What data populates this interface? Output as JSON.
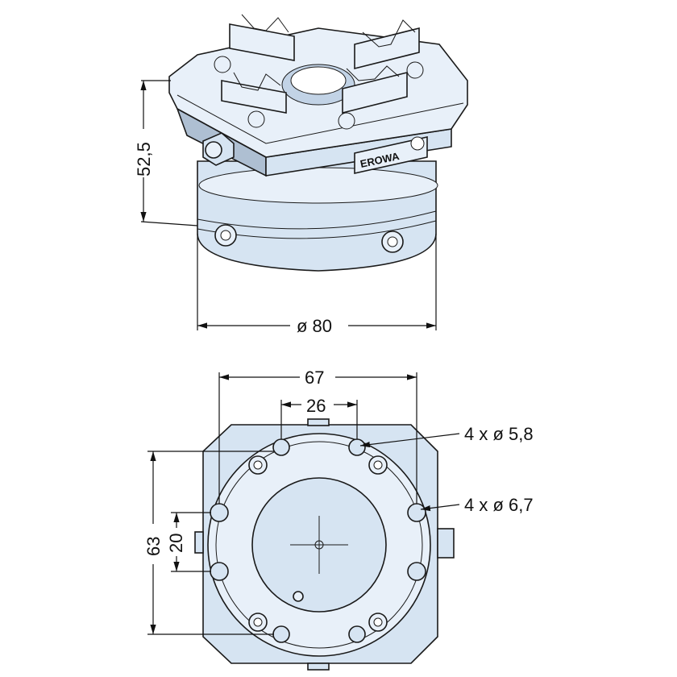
{
  "colors": {
    "part_fill": "#d6e4f2",
    "part_shadow": "#aebfd2",
    "part_highlight": "#e8f0f9",
    "line": "#111111"
  },
  "side_view": {
    "height_dim": "52,5",
    "diameter_dim": "ø 80",
    "logo_text": "EROWA"
  },
  "top_view": {
    "width_outer_dim": "67",
    "width_inner_dim": "26",
    "height_outer_dim": "63",
    "height_inner_dim": "20",
    "hole_callout_small": "4 x ø 5,8",
    "hole_callout_large": "4 x ø 6,7"
  }
}
